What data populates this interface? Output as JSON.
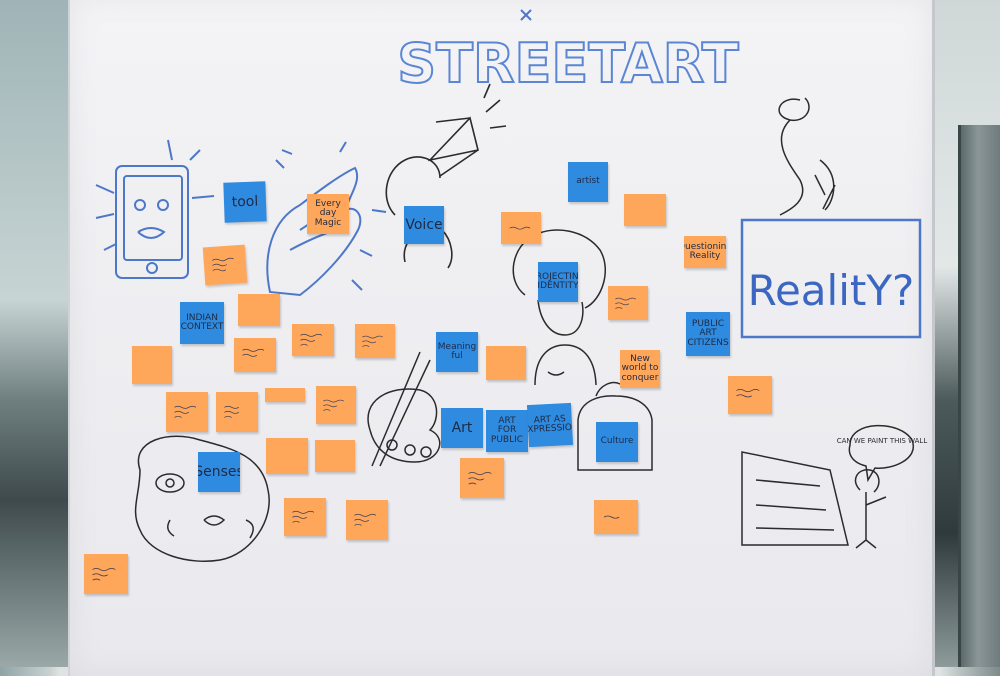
{
  "board": {
    "title": "STREETART",
    "reality_box": "RealitY?",
    "speech_bubble": "CAN WE PAINT THIS WALL"
  },
  "blue_notes": [
    {
      "id": "tool",
      "text": "tool"
    },
    {
      "id": "voice",
      "text": "Voice"
    },
    {
      "id": "artist",
      "text": "artist"
    },
    {
      "id": "indian-context",
      "text": "INDIAN CONTEXT"
    },
    {
      "id": "projecting-identity",
      "text": "PROJECTING IDENTITY"
    },
    {
      "id": "public-art-citizens",
      "text": "PUBLIC ART CITIZENS"
    },
    {
      "id": "meaning",
      "text": "Meaning ful"
    },
    {
      "id": "art",
      "text": "Art"
    },
    {
      "id": "art-for-public",
      "text": "ART FOR PUBLIC"
    },
    {
      "id": "art-as-expression",
      "text": "ART AS EXPRESSION"
    },
    {
      "id": "culture",
      "text": "Culture"
    },
    {
      "id": "senses",
      "text": "Senses"
    }
  ],
  "orange_notes": [
    {
      "id": "everyday-magic",
      "text": "Every day Magic"
    },
    {
      "id": "questioning-reality",
      "text": "Questioning Reality"
    },
    {
      "id": "new-world",
      "text": "New world to conquer"
    }
  ],
  "colors": {
    "board": "#efeff2",
    "orange_note": "#fea75b",
    "blue_note": "#2f8be0",
    "marker_blue": "#4d78c9",
    "marker_black": "#2b2b2b",
    "ink": "#1f2a44"
  }
}
